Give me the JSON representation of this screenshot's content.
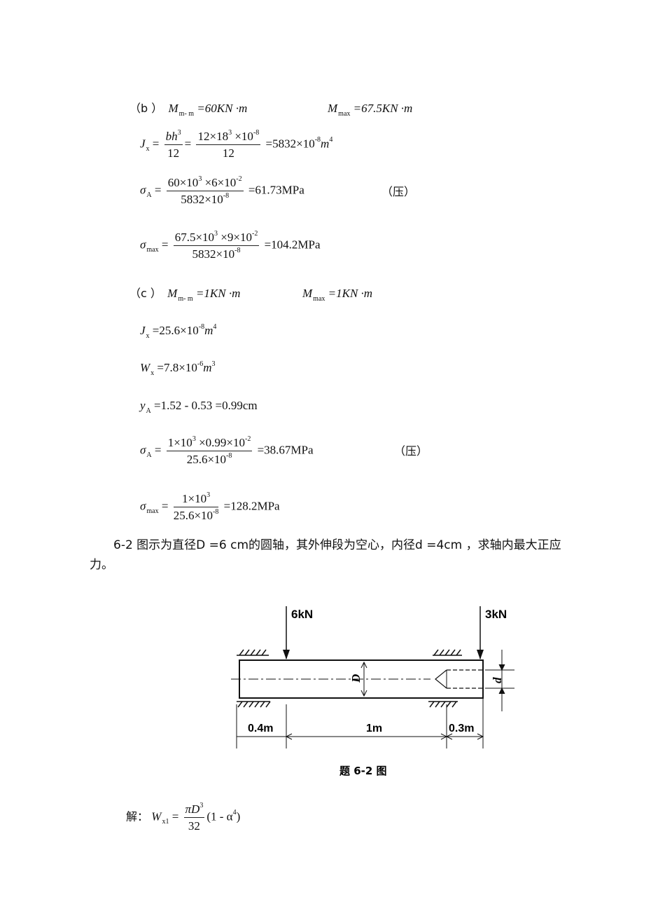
{
  "b": {
    "label": "（b ）",
    "Mmm": "=60KN ·m",
    "Mmax": "=67.5KN ·m",
    "Jx_num": "bh",
    "Jx_den": "12",
    "Jx_n2": "12×18",
    "Jx_n2b": "×10",
    "Jx_exp": "-8",
    "Jx_res": "=5832×10",
    "Jx_unit": "m",
    "sA_num_a": "60×10",
    "sA_num_b": "×6×10",
    "sA_exp": "-2",
    "sA_den": "5832×10",
    "sA_res": "=61.73MPa",
    "press": "（压）",
    "smax_num_a": "67.5×10",
    "smax_num_b": "×9×10",
    "smax_res": "=104.2MPa"
  },
  "c": {
    "label": "（c ）",
    "Mmm": "=1KN ·m",
    "Mmax": "=1KN ·m",
    "Jx": "=25.6×10",
    "Wx": "=7.8×10",
    "Wx_exp": "-6",
    "yA": "=1.52 - 0.53 =0.99cm",
    "sA_num_a": "1×10",
    "sA_num_b": "×0.99×10",
    "sA_den": "25.6×10",
    "sA_res": "=38.67MPa",
    "press": "（压）",
    "smax_num": "1×10",
    "smax_den": "25.6×10",
    "smax_res": "=128.2MPa"
  },
  "problem": {
    "line1": "6-2  图示为直径D =6 cm的圆轴，其外伸段为空心，内径d  =4cm ，求轴内最大正应",
    "line2": "力。"
  },
  "figure": {
    "load_left": "6kN",
    "load_right": "3kN",
    "dim_D": "D",
    "dim_d": "d",
    "seg1": "0.4m",
    "seg2": "1m",
    "seg3": "0.3m",
    "caption": "题 6-2 图"
  },
  "solution": {
    "label": "解：",
    "W": "W",
    "W_sub": "x1",
    "num": "πD",
    "den": "32",
    "tail": "(1 - α",
    "tail_end": ")"
  },
  "common": {
    "M": "M",
    "sub_mm": "m- m",
    "sub_max": "max",
    "J": "J",
    "x": "x",
    "sigma": "σ",
    "A": "A",
    "three": "3",
    "four": "4",
    "exp8": "-8",
    "exp2": "-2",
    "y": "y",
    "Wsym": "W"
  }
}
